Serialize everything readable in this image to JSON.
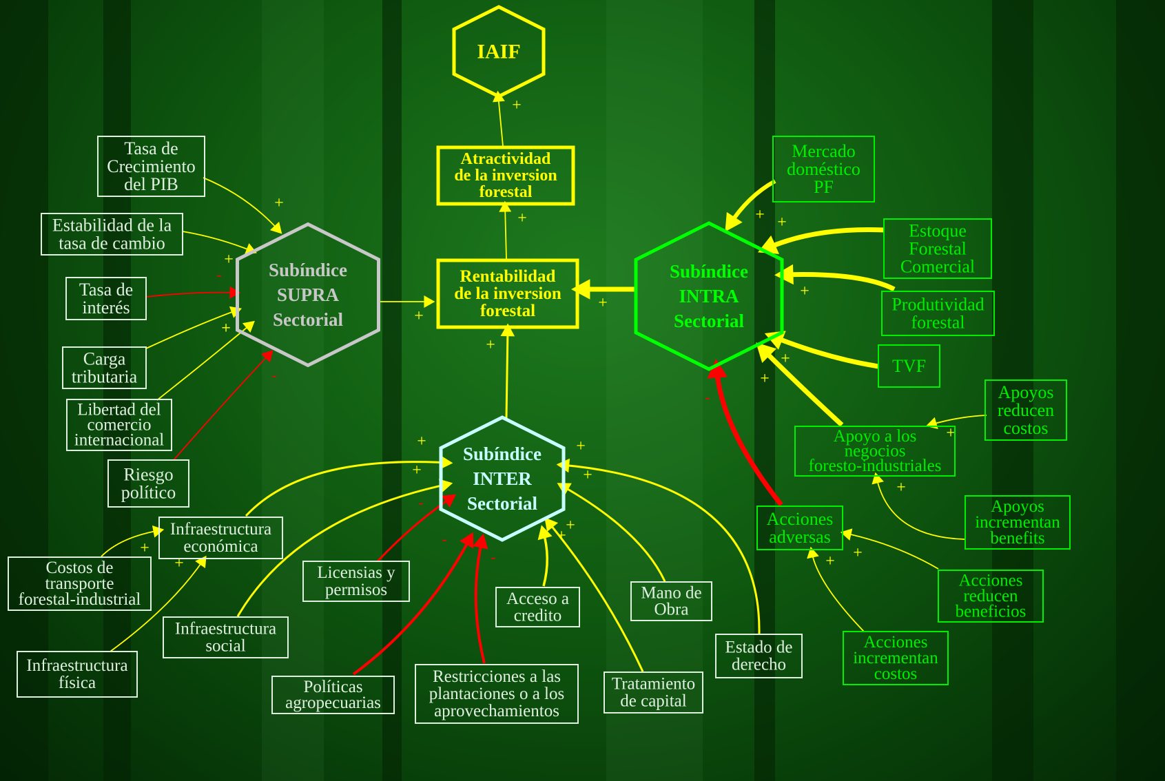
{
  "nodes": {
    "iaif": {
      "lines": [
        "IAIF"
      ]
    },
    "atractividad": {
      "lines": [
        "Atractividad",
        "de la inversion",
        "forestal"
      ]
    },
    "rentabilidad": {
      "lines": [
        "Rentabilidad",
        "de la inversion",
        "forestal"
      ]
    },
    "supra": {
      "lines": [
        "Subíndice",
        "SUPRA",
        "Sectorial"
      ]
    },
    "intra": {
      "lines": [
        "Subíndice",
        "INTRA",
        "Sectorial"
      ]
    },
    "inter": {
      "lines": [
        "Subíndice",
        "INTER",
        "Sectorial"
      ]
    },
    "tasa_pib": {
      "lines": [
        "Tasa de",
        "Crecimiento",
        "del PIB"
      ]
    },
    "estabilidad": {
      "lines": [
        "Estabilidad de la",
        "tasa de cambio"
      ]
    },
    "tasa_interes": {
      "lines": [
        "Tasa de",
        "interés"
      ]
    },
    "carga": {
      "lines": [
        "Carga",
        "tributaria"
      ]
    },
    "libertad": {
      "lines": [
        "Libertad del",
        "comercio",
        "internacional"
      ]
    },
    "riesgo": {
      "lines": [
        "Riesgo",
        "político"
      ]
    },
    "mercado": {
      "lines": [
        "Mercado",
        "doméstico",
        "PF"
      ]
    },
    "estoque": {
      "lines": [
        "Estoque",
        "Forestal",
        "Comercial"
      ]
    },
    "produtividad": {
      "lines": [
        "Produtividad",
        "forestal"
      ]
    },
    "tvf": {
      "lines": [
        "TVF"
      ]
    },
    "apoyo_negocios": {
      "lines": [
        "Apoyo a los",
        "negocios",
        "foresto-industriales"
      ]
    },
    "apoyos_reducen": {
      "lines": [
        "Apoyos",
        "reducen",
        "costos"
      ]
    },
    "apoyos_incrementan": {
      "lines": [
        "Apoyos",
        "incrementan",
        "benefits"
      ]
    },
    "acciones_adversas": {
      "lines": [
        "Acciones",
        "adversas"
      ]
    },
    "acciones_reducen": {
      "lines": [
        "Acciones",
        "reducen",
        "beneficios"
      ]
    },
    "acciones_incrementan": {
      "lines": [
        "Acciones",
        "incrementan",
        "costos"
      ]
    },
    "infra_economica": {
      "lines": [
        "Infraestructura",
        "económica"
      ]
    },
    "costos_transporte": {
      "lines": [
        "Costos de",
        "transporte",
        "forestal-industrial"
      ]
    },
    "infra_fisica": {
      "lines": [
        "Infraestructura",
        "física"
      ]
    },
    "infra_social": {
      "lines": [
        "Infraestructura",
        "social"
      ]
    },
    "licencias": {
      "lines": [
        "Licensias y",
        "permisos"
      ]
    },
    "politicas": {
      "lines": [
        "Políticas",
        "agropecuarias"
      ]
    },
    "restricciones": {
      "lines": [
        "Restricciones a las",
        "plantaciones o a los",
        "aprovechamientos"
      ]
    },
    "acceso_credito": {
      "lines": [
        "Acceso a",
        "credito"
      ]
    },
    "tratamiento": {
      "lines": [
        "Tratamiento",
        "de capital"
      ]
    },
    "mano_obra": {
      "lines": [
        "Mano de",
        "Obra"
      ]
    },
    "estado_derecho": {
      "lines": [
        "Estado de",
        "derecho"
      ]
    }
  },
  "edges": [
    {
      "from": "atractividad",
      "to": "iaif",
      "sign": "+"
    },
    {
      "from": "rentabilidad",
      "to": "atractividad",
      "sign": "+"
    },
    {
      "from": "supra",
      "to": "rentabilidad",
      "sign": "+"
    },
    {
      "from": "intra",
      "to": "rentabilidad",
      "sign": "+"
    },
    {
      "from": "inter",
      "to": "rentabilidad",
      "sign": "+"
    },
    {
      "from": "tasa_pib",
      "to": "supra",
      "sign": "+"
    },
    {
      "from": "estabilidad",
      "to": "supra",
      "sign": "+"
    },
    {
      "from": "tasa_interes",
      "to": "supra",
      "sign": "-"
    },
    {
      "from": "carga",
      "to": "supra",
      "sign": "+"
    },
    {
      "from": "libertad",
      "to": "supra",
      "sign": "+"
    },
    {
      "from": "riesgo",
      "to": "supra",
      "sign": "-"
    },
    {
      "from": "mercado",
      "to": "intra",
      "sign": "+"
    },
    {
      "from": "estoque",
      "to": "intra",
      "sign": "+"
    },
    {
      "from": "produtividad",
      "to": "intra",
      "sign": "+"
    },
    {
      "from": "tvf",
      "to": "intra",
      "sign": "+"
    },
    {
      "from": "apoyo_negocios",
      "to": "intra",
      "sign": "+"
    },
    {
      "from": "acciones_adversas",
      "to": "intra",
      "sign": "-"
    },
    {
      "from": "apoyos_reducen",
      "to": "apoyo_negocios",
      "sign": "+"
    },
    {
      "from": "apoyos_incrementan",
      "to": "apoyo_negocios",
      "sign": "+"
    },
    {
      "from": "acciones_reducen",
      "to": "acciones_adversas",
      "sign": "+"
    },
    {
      "from": "acciones_incrementan",
      "to": "acciones_adversas",
      "sign": "+"
    },
    {
      "from": "infra_economica",
      "to": "inter",
      "sign": "+"
    },
    {
      "from": "infra_social",
      "to": "inter",
      "sign": "+"
    },
    {
      "from": "costos_transporte",
      "to": "infra_economica",
      "sign": "+"
    },
    {
      "from": "infra_fisica",
      "to": "infra_economica",
      "sign": "+"
    },
    {
      "from": "licencias",
      "to": "inter",
      "sign": "-"
    },
    {
      "from": "politicas",
      "to": "inter",
      "sign": "-"
    },
    {
      "from": "restricciones",
      "to": "inter",
      "sign": "-"
    },
    {
      "from": "acceso_credito",
      "to": "inter",
      "sign": "+"
    },
    {
      "from": "tratamiento",
      "to": "inter",
      "sign": "+"
    },
    {
      "from": "mano_obra",
      "to": "inter",
      "sign": "+"
    },
    {
      "from": "estado_derecho",
      "to": "inter",
      "sign": "+"
    }
  ],
  "colors": {
    "background": "#0f5a10",
    "core_yellow": "#ffff00",
    "supra_gray": "#c8c8c8",
    "intra_green": "#00ff00",
    "inter_cyan": "#c8ffff",
    "positive_link": "#ffff00",
    "negative_link": "#ff0000",
    "input_green": "#00ee00",
    "input_light": "#e0f0e0"
  }
}
